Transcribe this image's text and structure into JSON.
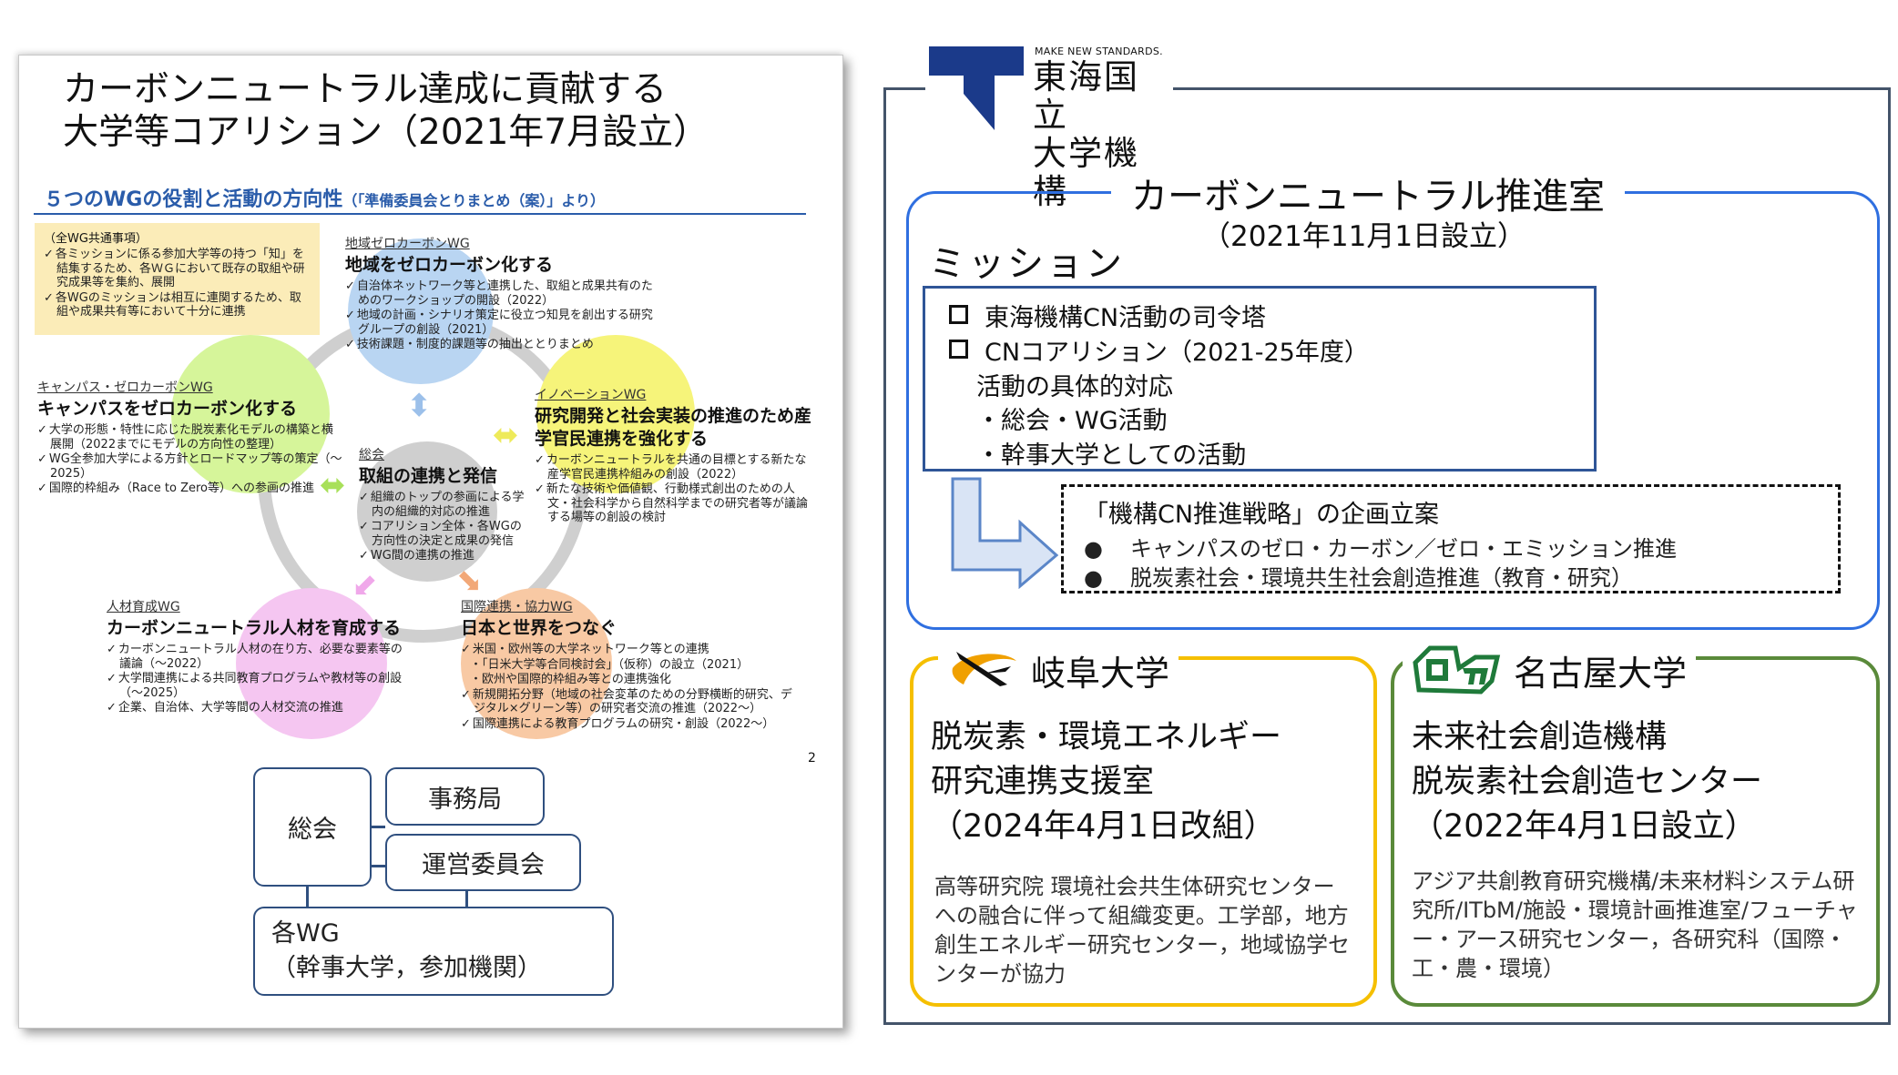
{
  "slide": {
    "title_line1": "カーボンニュートラル達成に貢献する",
    "title_line2": "大学等コアリション（2021年7月設立）",
    "subtitle": "５つのWGの役割と活動の方向性",
    "subtitle_note": "（「準備委員会とりまとめ（案）」より）",
    "common": {
      "heading": "（全WG共通事項）",
      "bullets": [
        "各ミッションに係る参加大学等の持つ「知」を結集するため、各ＷＧにおいて既存の取組や研究成果等を集約、展開",
        "各WGのミッションは相互に連関するため、取組や成果共有等において十分に連携"
      ]
    },
    "wgs": {
      "regional": {
        "label": "地域ゼロカーボンWG",
        "title": "地域をゼロカーボン化する",
        "bullets": [
          "自治体ネットワーク等と連携した、取組と成果共有のためのワークショップの開設（2022）",
          "地域の計画・シナリオ策定に役立つ知見を創出する研究グループの創設（2021）",
          "技術課題・制度的課題等の抽出ととりまとめ"
        ]
      },
      "campus": {
        "label": "キャンパス・ゼロカーボンWG",
        "title": "キャンパスをゼロカーボン化する",
        "bullets": [
          "大学の形態・特性に応じた脱炭素化モデルの構築と横展開（2022までにモデルの方向性の整理）",
          "WG全参加大学による方針とロードマップ等の策定（～2025）",
          "国際的枠組み（Race to Zero等）への参画の推進"
        ]
      },
      "innovation": {
        "label": "イノベーションWG",
        "title": "研究開発と社会実装の推進のため産学官民連携を強化する",
        "bullets": [
          "カーボンニュートラルを共通の目標とする新たな産学官民連携枠組みの創設（2022）",
          "新たな技術や価値観、行動様式創出のための人文・社会科学から自然科学までの研究者等が議論する場等の創設の検討"
        ]
      },
      "general": {
        "label": "総会",
        "title": "取組の連携と発信",
        "bullets": [
          "組織のトップの参画による学内の組織的対応の推進",
          "コアリション全体・各WGの方向性の決定と成果の発信",
          "WG間の連携の推進"
        ]
      },
      "talent": {
        "label": "人材育成WG",
        "title": "カーボンニュートラル人材を育成する",
        "bullets": [
          "カーボンニュートラル人材の在り方、必要な要素等の議論（～2022）",
          "大学間連携による共同教育プログラムや教材等の創設（～2025）",
          "企業、自治体、大学等間の人材交流の推進"
        ]
      },
      "international": {
        "label": "国際連携・協力WG",
        "title": "日本と世界をつなぐ",
        "bullets": [
          "米国・欧州等の大学ネットワーク等との連携",
          "・「日米大学等合同検討会」（仮称）の設立（2021）",
          "・欧州や国際的枠組み等との連携強化",
          "新規開拓分野（地域の社会変革のための分野横断的研究、デジタル×グリーン等）の研究者交流の推進（2022～）",
          "国際連携による教育プログラムの研究・創設（2022～）"
        ]
      }
    },
    "page_number": "2",
    "org": {
      "general": "総会",
      "secretariat": "事務局",
      "steering": "運営委員会",
      "wg_line1": "各WG",
      "wg_line2": "（幹事大学，参加機関）"
    }
  },
  "panel": {
    "logo": {
      "tagline": "MAKE NEW STANDARDS.",
      "line1": "東海国立",
      "line2": "大学機構"
    },
    "cn_office": {
      "title": "カーボンニュートラル推進室",
      "date": "（2021年11月1日設立）",
      "mission_label": "ミッション",
      "mission_items": [
        "東海機構CN活動の司令塔",
        "CNコアリション（2021-25年度）"
      ],
      "mission_sub_heading": "活動の具体的対応",
      "mission_sub_items": [
        "・総会・WG活動",
        "・幹事大学としての活動"
      ],
      "strategy_title": "「機構CN推進戦略」の企画立案",
      "strategy_items": [
        "キャンパスのゼロ・カーボン／ゼロ・エミッション推進",
        "脱炭素社会・環境共生社会創造推進（教育・研究）"
      ]
    },
    "gifu": {
      "name": "岐阜大学",
      "title_lines": [
        "脱炭素・環境エネルギー",
        "研究連携支援室",
        "（2024年4月1日改組）"
      ],
      "description": "高等研究院 環境社会共生体研究センターへの融合に伴って組織変更。工学部，地方創生エネルギー研究センター，地域協学センターが協力"
    },
    "nagoya": {
      "name": "名古屋大学",
      "title_lines": [
        "未来社会創造機構",
        "脱炭素社会創造センター",
        "（2022年4月1日設立）"
      ],
      "description": "アジア共創教育研究機構/未来材料システム研究所/ITbM/施設・環境計画推進室/フューチャー・アース研究センター，各研究科（国際・工・農・環境）"
    }
  },
  "colors": {
    "slide_blue": "#2a5caa",
    "org_blue": "#2f4f7f",
    "panel_border": "#44546a",
    "cn_blue": "#2f6fe0",
    "gifu_yellow": "#f5bf00",
    "nagoya_green": "#5a8a3a",
    "logo_navy": "#1b3a8a"
  }
}
